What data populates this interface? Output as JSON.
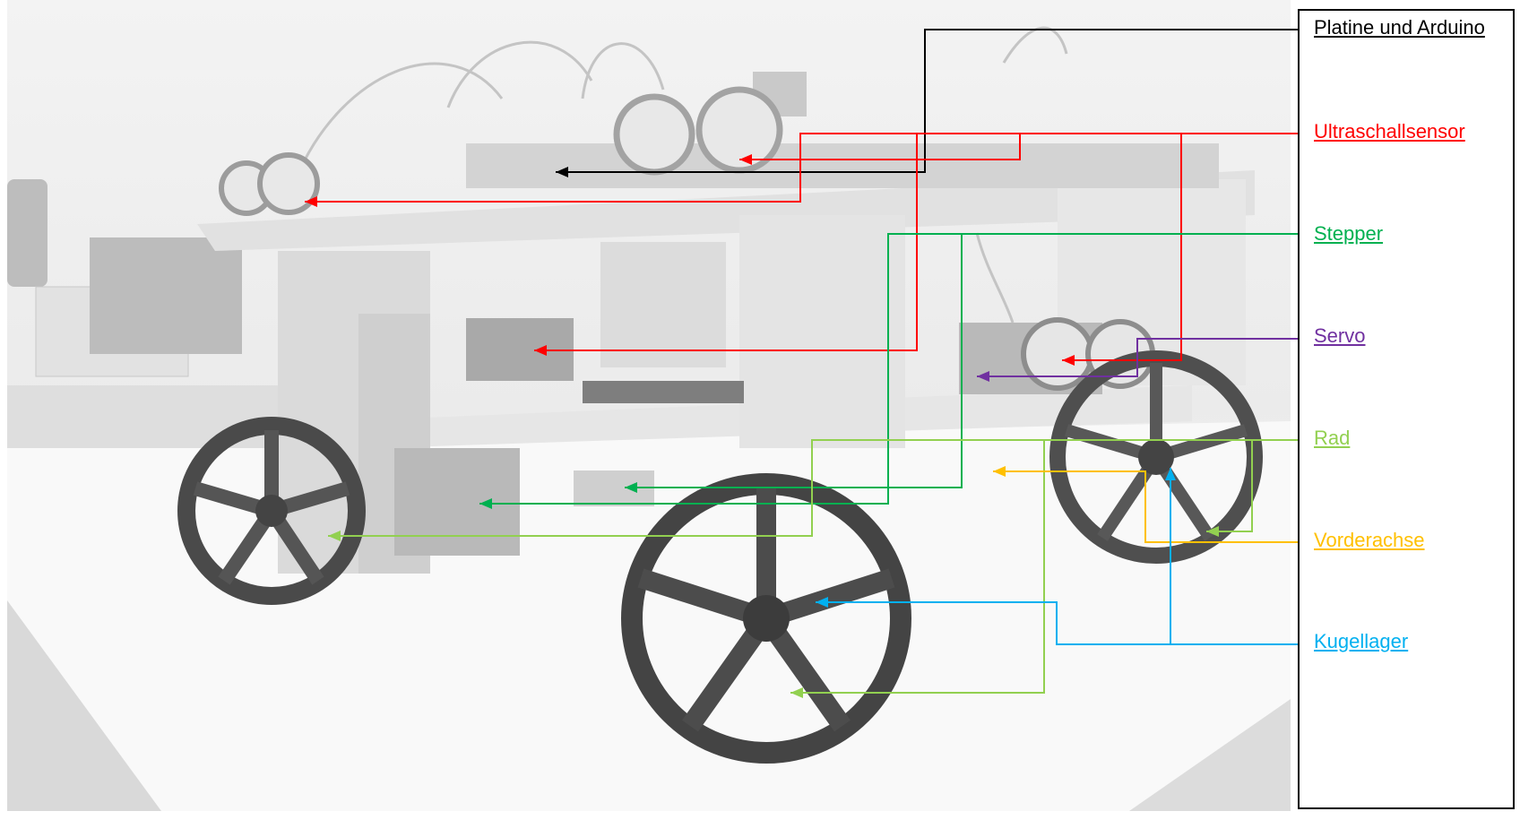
{
  "labels": [
    {
      "key": "platine",
      "text": "Platine und Arduino",
      "color": "#000000"
    },
    {
      "key": "ultraschall",
      "text": "Ultraschallsensor",
      "color": "#ff0000"
    },
    {
      "key": "stepper",
      "text": "Stepper",
      "color": "#00b050"
    },
    {
      "key": "servo",
      "text": "Servo",
      "color": "#7030a0"
    },
    {
      "key": "rad",
      "text": "Rad",
      "color": "#92d050"
    },
    {
      "key": "vorderachse",
      "text": "Vorderachse",
      "color": "#ffc000"
    },
    {
      "key": "kugellager",
      "text": "Kugellager",
      "color": "#00b0f0"
    }
  ]
}
